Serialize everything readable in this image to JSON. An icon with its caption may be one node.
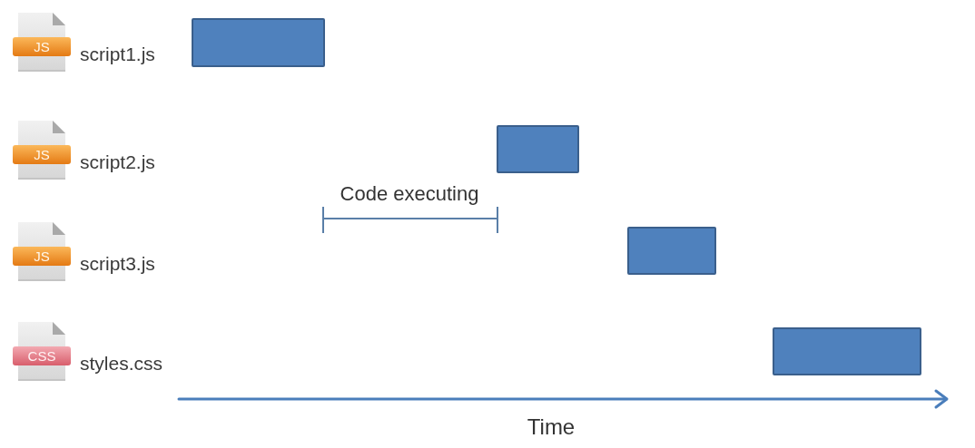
{
  "diagram": {
    "nodes": [
      {
        "text": [
          "JS"
        ],
        "beside": [
          "script1.js"
        ]
      },
      {
        "text": [],
        "shape": "bar"
      },
      {
        "text": [
          "JS"
        ],
        "beside": [
          "script2.js"
        ]
      },
      {
        "text": [],
        "shape": "bar"
      },
      {
        "text": [
          "JS"
        ],
        "beside": [
          "script3.js"
        ]
      },
      {
        "text": [],
        "shape": "bar"
      },
      {
        "text": [
          "CSS"
        ],
        "beside": [
          "styles.css"
        ]
      },
      {
        "text": [],
        "shape": "bar"
      }
    ],
    "labels": [
      "Code executing",
      "Time"
    ]
  }
}
